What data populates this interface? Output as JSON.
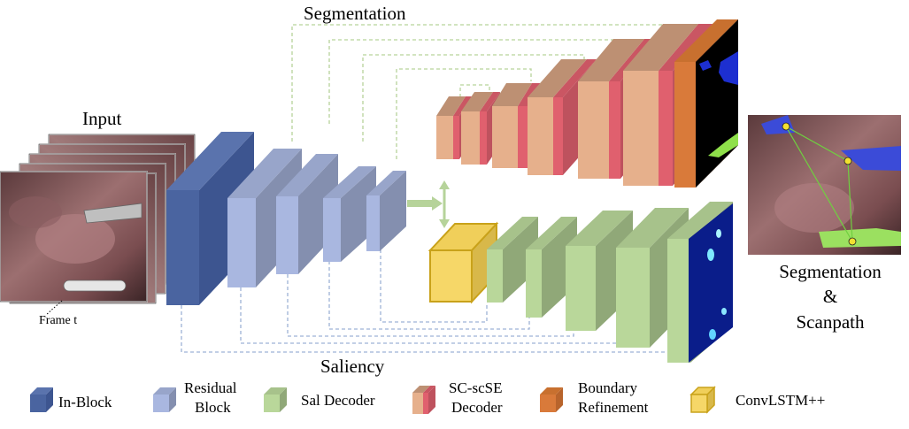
{
  "labels": {
    "input": "Input",
    "frame_t": "Frame t",
    "segmentation": "Segmentation",
    "saliency": "Saliency",
    "output_line1": "Segmentation",
    "output_line2": "&",
    "output_line3": "Scanpath"
  },
  "legend": [
    {
      "key": "in_block",
      "line1": "In-Block",
      "line2": ""
    },
    {
      "key": "residual",
      "line1": "Residual",
      "line2": "Block"
    },
    {
      "key": "sal_decoder",
      "line1": "Sal Decoder",
      "line2": ""
    },
    {
      "key": "scse",
      "line1": "SC-scSE",
      "line2": "Decoder"
    },
    {
      "key": "boundary",
      "line1": "Boundary",
      "line2": "Refinement"
    },
    {
      "key": "convlstm",
      "line1": "ConvLSTM++",
      "line2": ""
    }
  ],
  "colors": {
    "in_block": "#4a64a0",
    "residual": "#a9b7e0",
    "sal_decoder": "#b9d79a",
    "scse_front": "#e6b08c",
    "scse_back": "#e0606e",
    "boundary": "#d97a3a",
    "convlstm": "#f6d768",
    "convlstm_border": "#c9a21a",
    "skip_seg": "#b6d39a",
    "skip_sal": "#9db2d6",
    "arrow": "#b6d39a"
  }
}
